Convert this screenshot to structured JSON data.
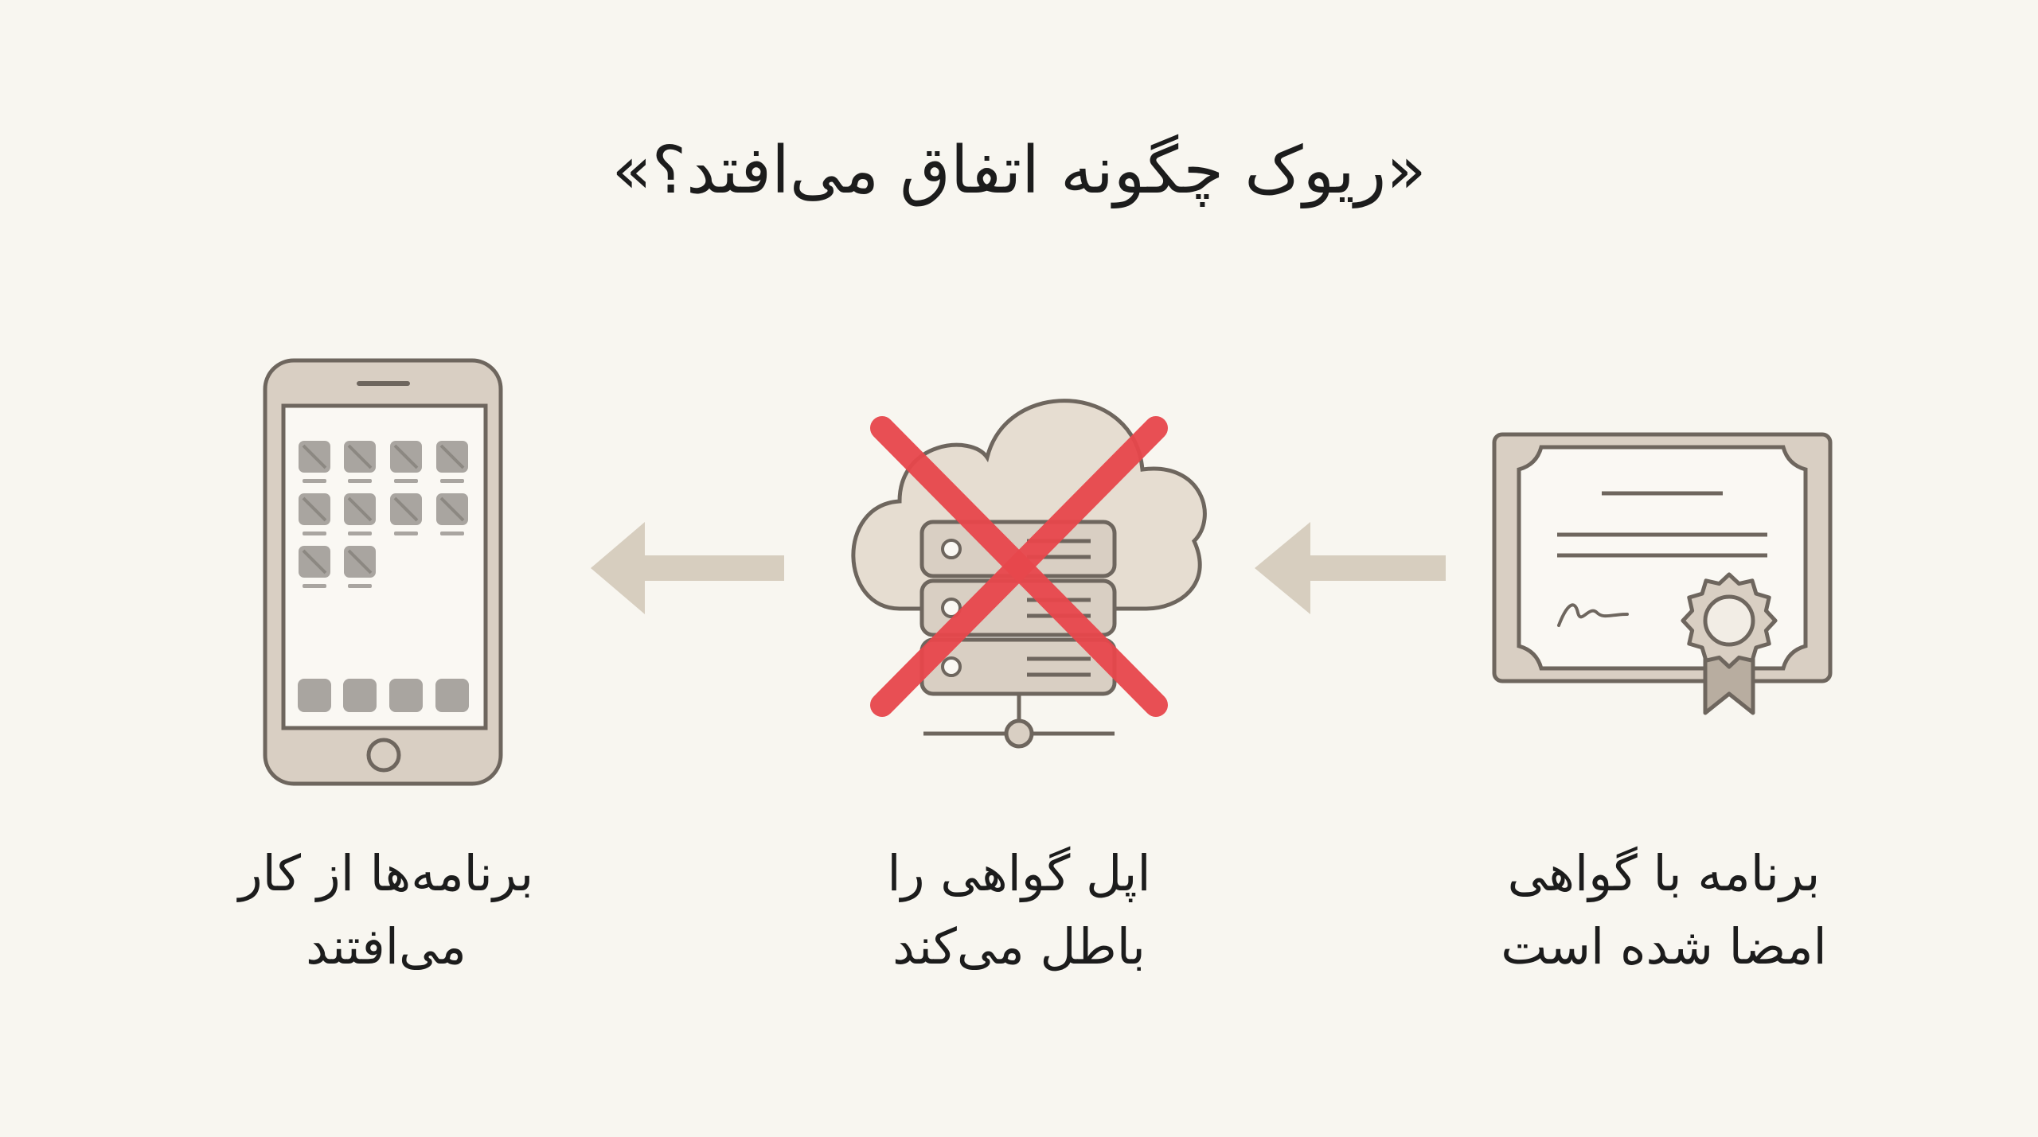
{
  "title": "«ریوک چگونه اتفاق می‌افتد؟»",
  "steps": [
    {
      "line1": "برنامه با گواهی",
      "line2": "امضا شده است",
      "icon": "certificate-icon"
    },
    {
      "line1": "اپل گواهی را",
      "line2": "باطل می‌کند",
      "icon": "revoked-server-icon"
    },
    {
      "line1": "برنامه‌ها از کار",
      "line2": "می‌افتند",
      "icon": "phone-icon"
    }
  ],
  "colors": {
    "background": "#f8f6f0",
    "icon_fill": "#d9cfc3",
    "icon_stroke": "#6e665e",
    "arrow": "#d7cebf",
    "cross": "#e8474c",
    "app_tile": "#a9a5a0"
  }
}
